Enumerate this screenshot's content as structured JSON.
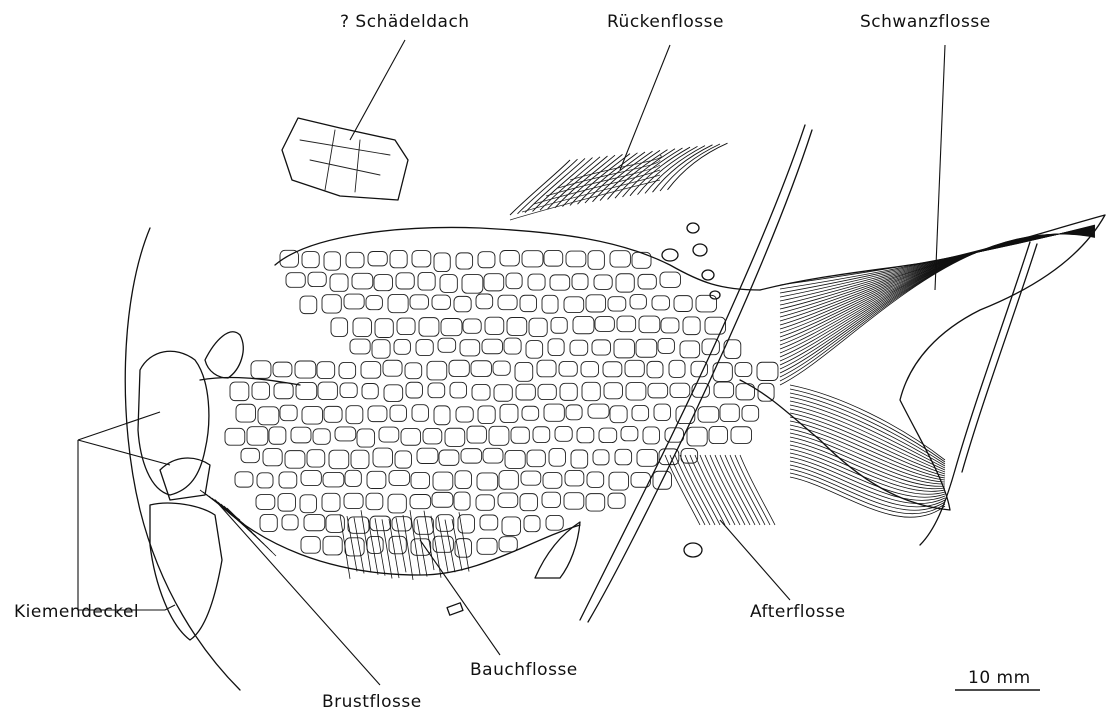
{
  "figure": {
    "background": "#ffffff",
    "ink_color": "#111111"
  },
  "labels": {
    "skull_roof": "? Schädeldach",
    "dorsal_fin": "Rückenflosse",
    "caudal_fin": "Schwanzflosse",
    "gill_cover": "Kiemendeckel",
    "pectoral_fin": "Brustflosse",
    "pelvic_fin": "Bauchflosse",
    "anal_fin": "Afterflosse"
  },
  "scale_bar": {
    "label": "10 mm"
  }
}
